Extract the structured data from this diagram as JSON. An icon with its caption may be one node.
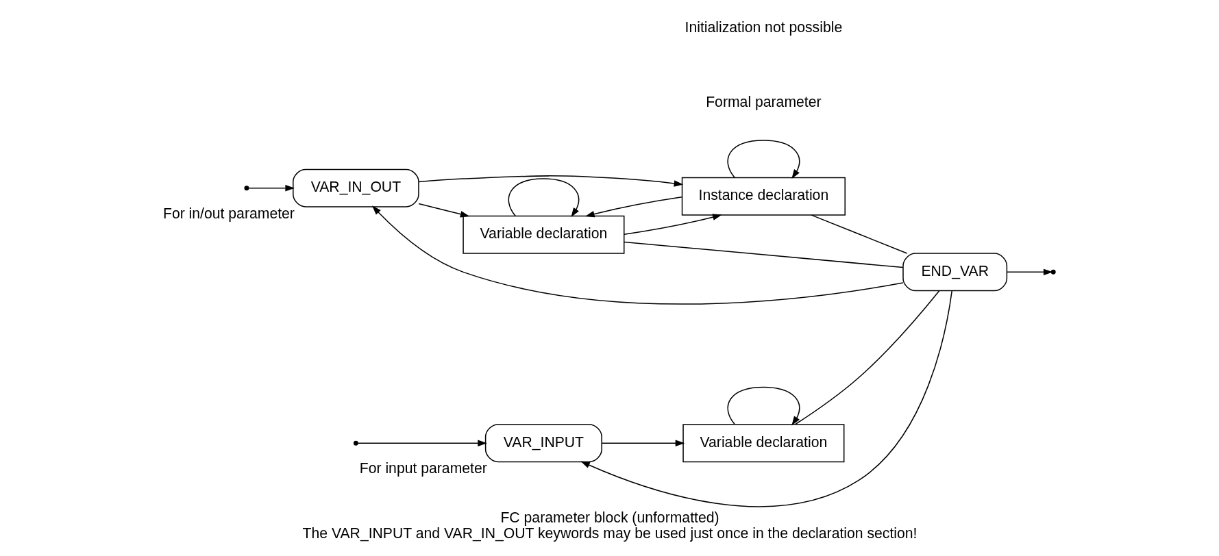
{
  "diagram": {
    "title": "FC parameter block (unformatted)",
    "caption": "The VAR_INPUT and VAR_IN_OUT keywords may be used just once in the declaration section!",
    "nodes": [
      {
        "text": [
          "VAR_INPUT"
        ],
        "beside": [
          "For input parameter"
        ]
      },
      {
        "text": [
          "Variable declaration"
        ]
      },
      {
        "text": [
          "VAR_IN_OUT"
        ],
        "beside": [
          "For in/out parameter"
        ]
      },
      {
        "text": [
          "Variable declaration"
        ]
      },
      {
        "text": [
          "Instance declaration"
        ]
      },
      {
        "text": [
          "END_VAR"
        ]
      }
    ],
    "edges": [
      {
        "from": null,
        "to": 0,
        "arrow": "to"
      },
      {
        "from": null,
        "to": 2,
        "arrow": "to"
      },
      {
        "from": 0,
        "to": 1,
        "arrow": "to"
      },
      {
        "from": 1,
        "to": 1,
        "arrow": "to"
      },
      {
        "from": 2,
        "to": 3,
        "arrow": "to"
      },
      {
        "from": 2,
        "to": 4,
        "arrow": "to"
      },
      {
        "from": 3,
        "to": 3,
        "arrow": "to"
      },
      {
        "from": 3,
        "to": 4,
        "arrow": "to"
      },
      {
        "from": 4,
        "to": 3,
        "arrow": "to"
      },
      {
        "from": 4,
        "to": 4,
        "arrow": "to"
      },
      {
        "from": 1,
        "to": 5,
        "arrow": "none"
      },
      {
        "from": 3,
        "to": 5,
        "arrow": "none"
      },
      {
        "from": 4,
        "to": 5,
        "arrow": "none"
      },
      {
        "from": 5,
        "to": 0,
        "arrow": "to"
      },
      {
        "from": 5,
        "to": 2,
        "arrow": "to"
      },
      {
        "from": 5,
        "to": null,
        "arrow": "to"
      }
    ],
    "labels": [
      "Formal parameter",
      "Initialization not possible"
    ]
  }
}
